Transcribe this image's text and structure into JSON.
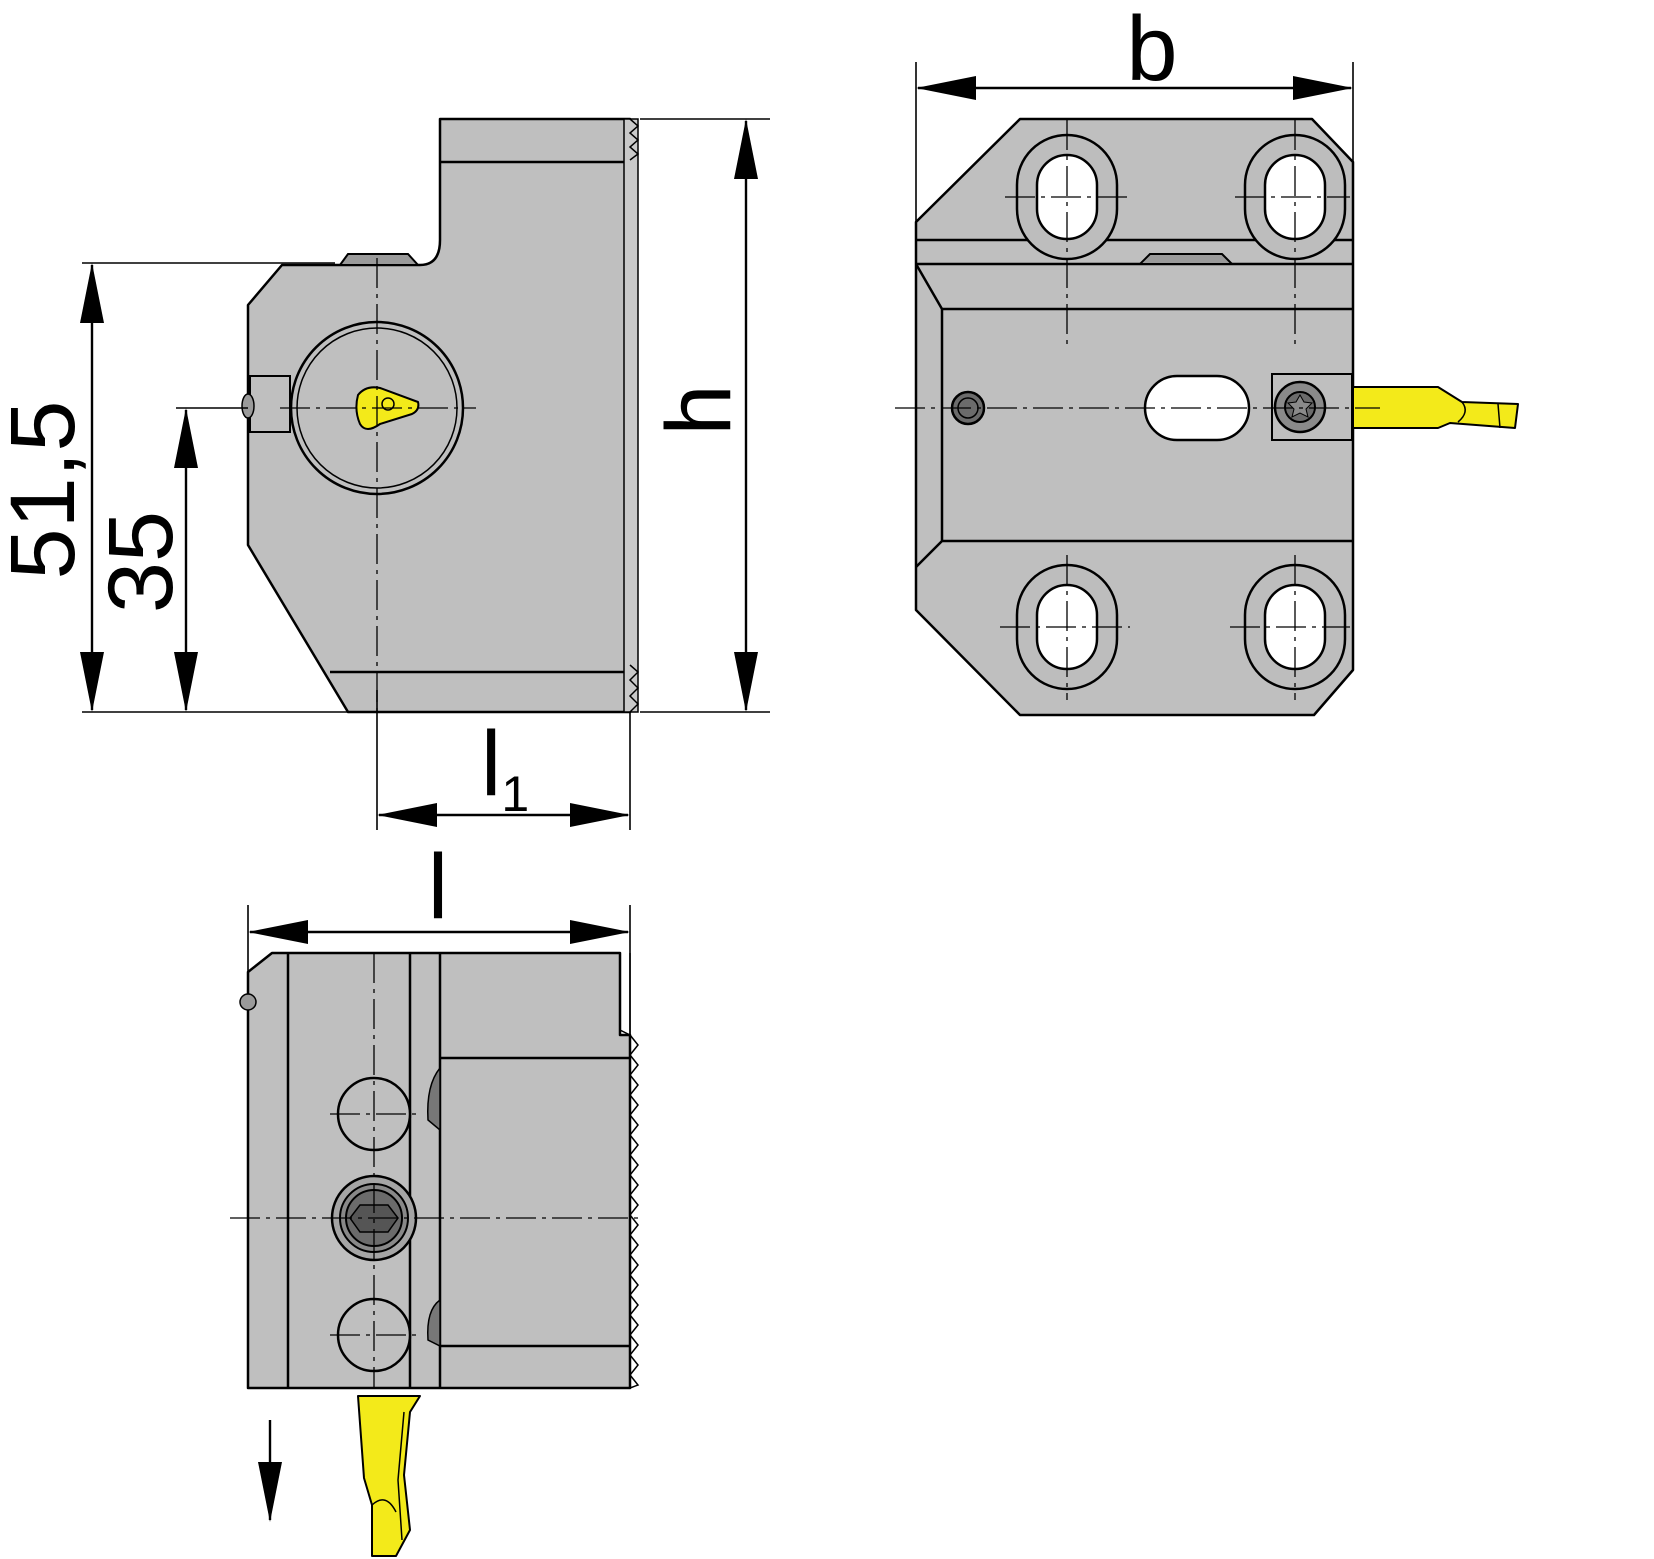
{
  "dimensions": {
    "d_51_5": "51,5",
    "d_35": "35",
    "h": "h",
    "b": "b",
    "l": "l",
    "l1_main": "l",
    "l1_sub": "1"
  },
  "colors": {
    "body": "#bfbfbf",
    "insert": "#f3ea1a",
    "line": "#000000"
  }
}
